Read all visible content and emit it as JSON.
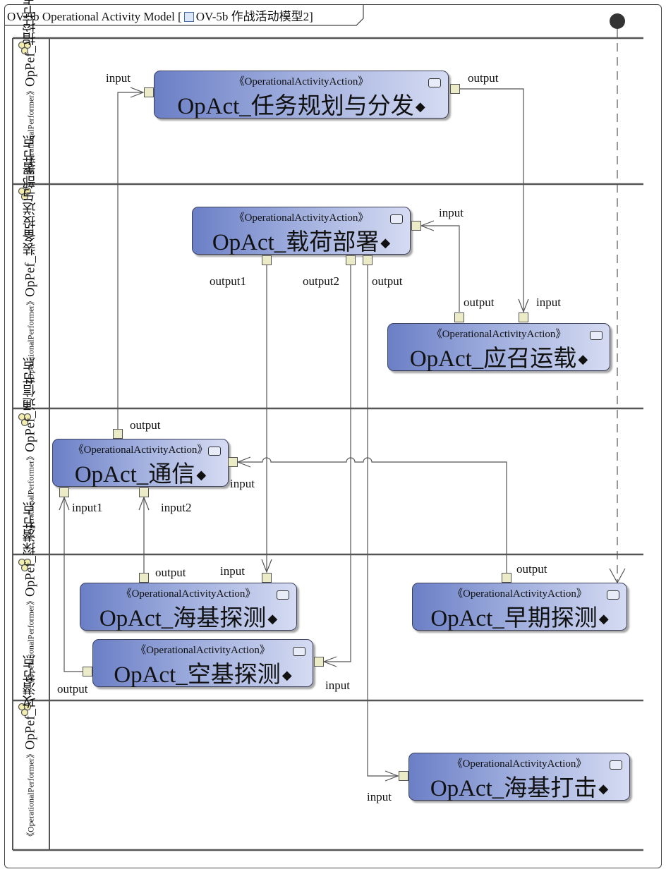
{
  "diagram": {
    "title_prefix": "OV-5b Operational Activity Model [",
    "title_name": "OV-5b 作战活动模型2]",
    "title_icon": "activity-diagram-icon"
  },
  "lanes": [
    {
      "stereotype": "《OperationalPerformer》",
      "name": "OpPef_指控节点"
    },
    {
      "stereotype": "《OperationalPerformer》",
      "name": "OpPef_装备投送与部署节点"
    },
    {
      "stereotype": "《OperationalPerformer》",
      "name": "OpPef_通信节点"
    },
    {
      "stereotype": "《OperationalPerformer》",
      "name": "OpPef_探潜节点"
    },
    {
      "stereotype": "《OperationalPerformer》",
      "name": "OpPef_攻潜节点"
    }
  ],
  "actions": {
    "plan": {
      "stereotype": "《OperationalActivityAction》",
      "name": "OpAct_任务规划与分发"
    },
    "deploy": {
      "stereotype": "《OperationalActivityAction》",
      "name": "OpAct_载荷部署"
    },
    "summon": {
      "stereotype": "《OperationalActivityAction》",
      "name": "OpAct_应召运载"
    },
    "comm": {
      "stereotype": "《OperationalActivityAction》",
      "name": "OpAct_通信"
    },
    "sea": {
      "stereotype": "《OperationalActivityAction》",
      "name": "OpAct_海基探测"
    },
    "early": {
      "stereotype": "《OperationalActivityAction》",
      "name": "OpAct_早期探测"
    },
    "air": {
      "stereotype": "《OperationalActivityAction》",
      "name": "OpAct_空基探测"
    },
    "strike": {
      "stereotype": "《OperationalActivityAction》",
      "name": "OpAct_海基打击"
    }
  },
  "pins": {
    "plan_in": "input",
    "plan_out": "output",
    "deploy_in": "input",
    "deploy_out1": "output1",
    "deploy_out2": "output2",
    "deploy_out": "output",
    "summon_out": "output",
    "summon_in": "input",
    "comm_out": "output",
    "comm_in": "input",
    "comm_in1": "input1",
    "comm_in2": "input2",
    "sea_out": "output",
    "sea_in": "input",
    "early_out": "output",
    "air_out": "output",
    "air_in": "input",
    "strike_in": "input"
  },
  "icons": {
    "lane": "performer-icon",
    "action": "call-behavior-icon",
    "initial": "initial-node"
  }
}
